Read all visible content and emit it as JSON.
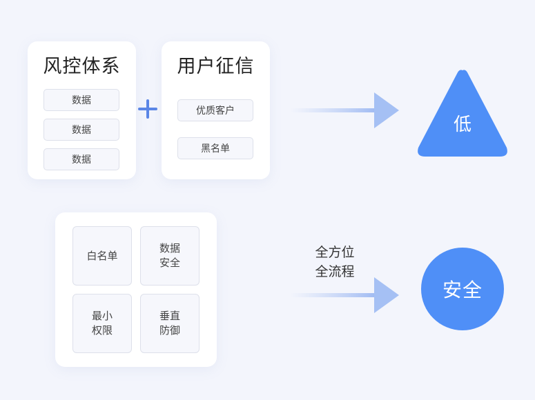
{
  "risk_system": {
    "title": "风控体系",
    "items": [
      "数据",
      "数据",
      "数据"
    ]
  },
  "credit": {
    "title": "用户征信",
    "items": [
      "优质客户",
      "黑名单"
    ]
  },
  "result_top": {
    "label": "低"
  },
  "security_box": {
    "tiles": [
      "白名单",
      "数据\n安全",
      "最小\n权限",
      "垂直\n防御"
    ]
  },
  "caption_bottom": "全方位\n全流程",
  "result_bottom": {
    "label": "安全"
  },
  "colors": {
    "accent": "#4f8ff7",
    "plus": "#5b86e6",
    "background": "#f3f5fc"
  }
}
